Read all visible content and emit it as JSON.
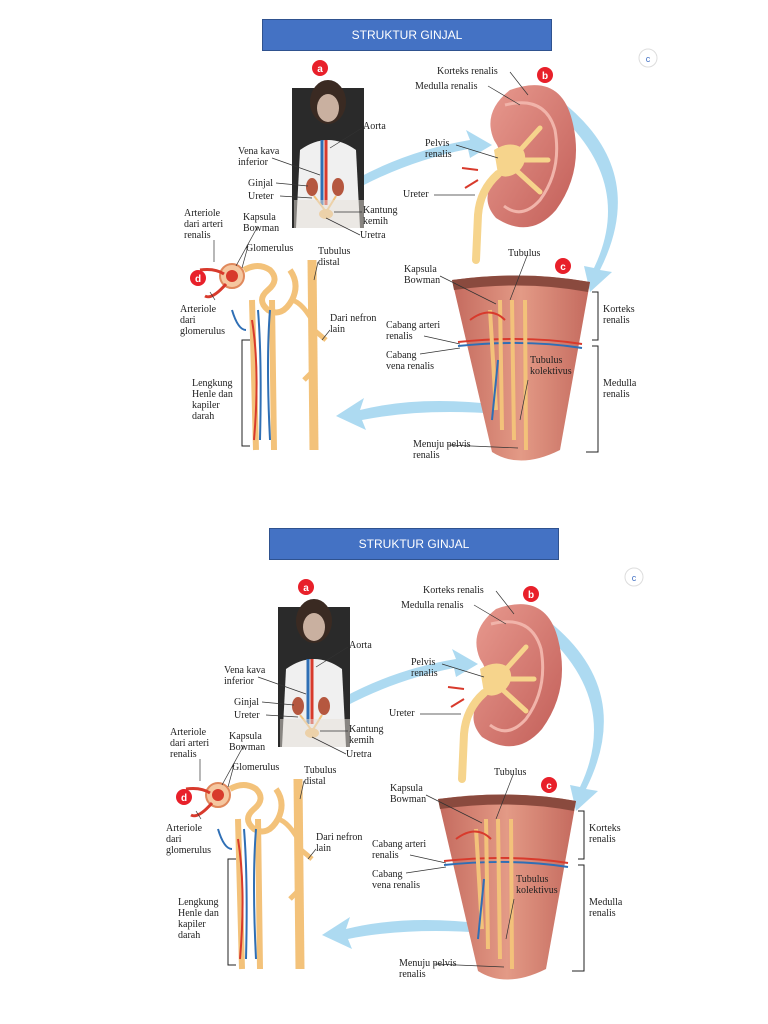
{
  "panels": [
    {
      "title": "STRUKTUR GINJAL"
    },
    {
      "title": "STRUKTUR GINJAL"
    }
  ],
  "badges": [
    "a",
    "b",
    "c",
    "d"
  ],
  "labels": {
    "aorta": "Aorta",
    "vena_kava": [
      "Vena kava",
      "inferior"
    ],
    "ginjal": "Ginjal",
    "ureter_body": "Ureter",
    "kantung_kemih": [
      "Kantung",
      "kemih"
    ],
    "uretra": "Uretra",
    "korteks_renalis": "Korteks renalis",
    "medulla_renalis": "Medulla renalis",
    "pelvis_renalis": [
      "Pelvis",
      "renalis"
    ],
    "ureter_kidney": "Ureter",
    "tubulus": "Tubulus",
    "kapsula_bowman_c": [
      "Kapsula",
      "Bowman"
    ],
    "cabang_arteri": [
      "Cabang arteri",
      "renalis"
    ],
    "cabang_vena": [
      "Cabang",
      "vena renalis"
    ],
    "tubulus_kolektivus": [
      "Tubulus",
      "kolektivus"
    ],
    "menuju_pelvis": [
      "Menuju pelvis",
      "renalis"
    ],
    "korteks_side": [
      "Korteks",
      "renalis"
    ],
    "medulla_side": [
      "Medulla",
      "renalis"
    ],
    "arteriole_dari_arteri": [
      "Arteriole",
      "dari arteri",
      "renalis"
    ],
    "kapsula_bowman_d": [
      "Kapsula",
      "Bowman"
    ],
    "glomerulus": "Glomerulus",
    "tubulus_distal": [
      "Tubulus",
      "distal"
    ],
    "arteriole_dari_glomerulus": [
      "Arteriole",
      "dari",
      "glomerulus"
    ],
    "dari_nefron": [
      "Dari nefron",
      "lain"
    ],
    "lengkung_henle": [
      "Lengkung",
      "Henle dan",
      "kapiler",
      "darah"
    ]
  },
  "colors": {
    "title_bg": "#4472c4",
    "badge": "#e8202a",
    "kidney": "#d97a72",
    "pelvis": "#f6d48c",
    "arrow": "#9fd3ee",
    "artery": "#d83a2c",
    "vein": "#2f6fb5",
    "tubule": "#f3c27a"
  }
}
